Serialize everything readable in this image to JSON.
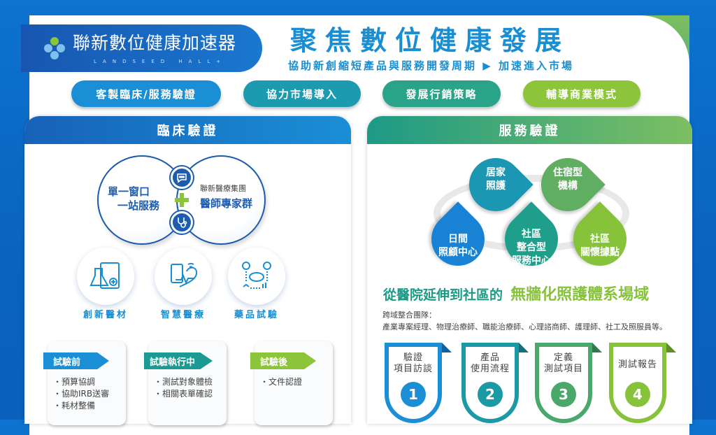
{
  "brand": {
    "name": "聯新數位健康加速器",
    "english": "LANDSEED HALL+"
  },
  "header": {
    "title": "聚焦數位健康發展",
    "subtitle": "協助新創縮短產品與服務開發周期 ▶ 加速進入市場"
  },
  "pills": [
    {
      "label": "客製臨床/服務驗證",
      "color": "#1a8fd6"
    },
    {
      "label": "協力市場導入",
      "color": "#1b9ab0"
    },
    {
      "label": "發展行銷策略",
      "color": "#2aa488"
    },
    {
      "label": "輔導商業模式",
      "color": "#8cc43a"
    }
  ],
  "clinical": {
    "title": "臨床驗證",
    "left_circle": [
      "單一窗口",
      "一站服務"
    ],
    "right_circle": {
      "small": "聯新醫療集團",
      "big": "醫師專家群"
    },
    "icons": [
      {
        "icon": "lab-device-icon",
        "label": "創新醫材"
      },
      {
        "icon": "smart-health-icon",
        "label": "智慧醫療"
      },
      {
        "icon": "drug-trial-icon",
        "label": "藥品試驗"
      }
    ],
    "stages": [
      {
        "title": "試驗前",
        "color": "#1a8fd6",
        "items": [
          "預算協調",
          "協助IRB送審",
          "耗材整備"
        ]
      },
      {
        "title": "試驗執行中",
        "color": "#1b9a94",
        "items": [
          "測試對象體檢",
          "相關表單確認"
        ]
      },
      {
        "title": "試驗後",
        "color": "#8cc43a",
        "items": [
          "文件認證"
        ]
      }
    ]
  },
  "service": {
    "title": "服務驗證",
    "drops": [
      {
        "lines": [
          "居家",
          "照護"
        ],
        "color": "#1b97b4"
      },
      {
        "lines": [
          "住宿型",
          "機構"
        ],
        "color": "#5fae62"
      },
      {
        "lines": [
          "日間",
          "照顧中心"
        ],
        "color": "#1883d4"
      },
      {
        "lines": [
          "社區",
          "整合型",
          "服務中心"
        ],
        "color": "#1f9e8c"
      },
      {
        "lines": [
          "社區",
          "關懷據點"
        ],
        "color": "#86c23a"
      }
    ],
    "tagline_a": "從醫院延伸到社區的",
    "tagline_b": "無牆化照護體系場域",
    "team_label": "跨域整合團隊：",
    "team_members": "產業專案經理、物理治療師、職能治療師、心理諮商師、護理師、社工及照服員等。",
    "steps": [
      {
        "lines": [
          "驗證",
          "項目訪談"
        ],
        "number": "1",
        "color": "#1a8fd6"
      },
      {
        "lines": [
          "產品",
          "使用流程"
        ],
        "number": "2",
        "color": "#1b9aa6"
      },
      {
        "lines": [
          "定義",
          "測試項目"
        ],
        "number": "3",
        "color": "#4aa86a"
      },
      {
        "lines": [
          "測試報告"
        ],
        "number": "4",
        "color": "#86c23a"
      }
    ]
  }
}
